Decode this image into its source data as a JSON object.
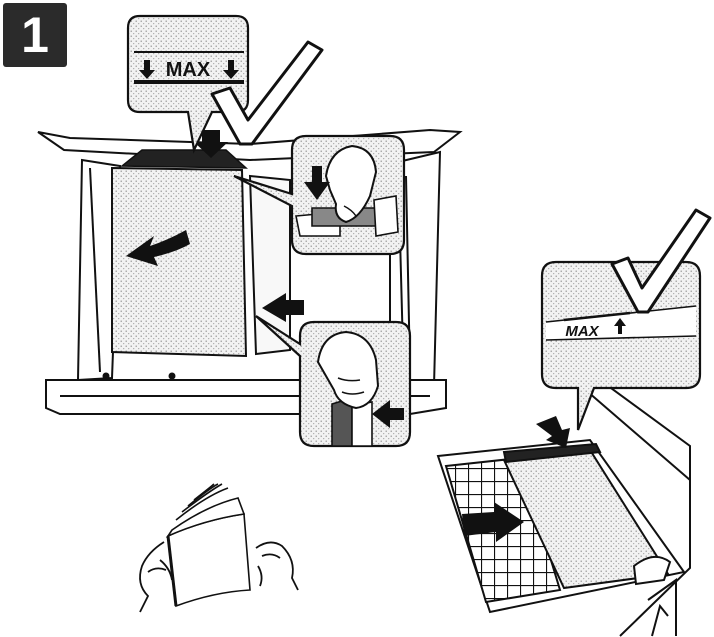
{
  "step": {
    "number": "1"
  },
  "tray_callout": {
    "label": "MAX"
  },
  "bypass_callout": {
    "label": "MAX"
  },
  "colors": {
    "ink": "#111111",
    "badge": "#2b2b2b",
    "stipple": "#d9d9d9",
    "white": "#ffffff"
  },
  "icons": [
    "checkmark-icon",
    "down-arrow-icon",
    "left-arrow-icon",
    "up-arrow-icon",
    "hand-icon"
  ]
}
